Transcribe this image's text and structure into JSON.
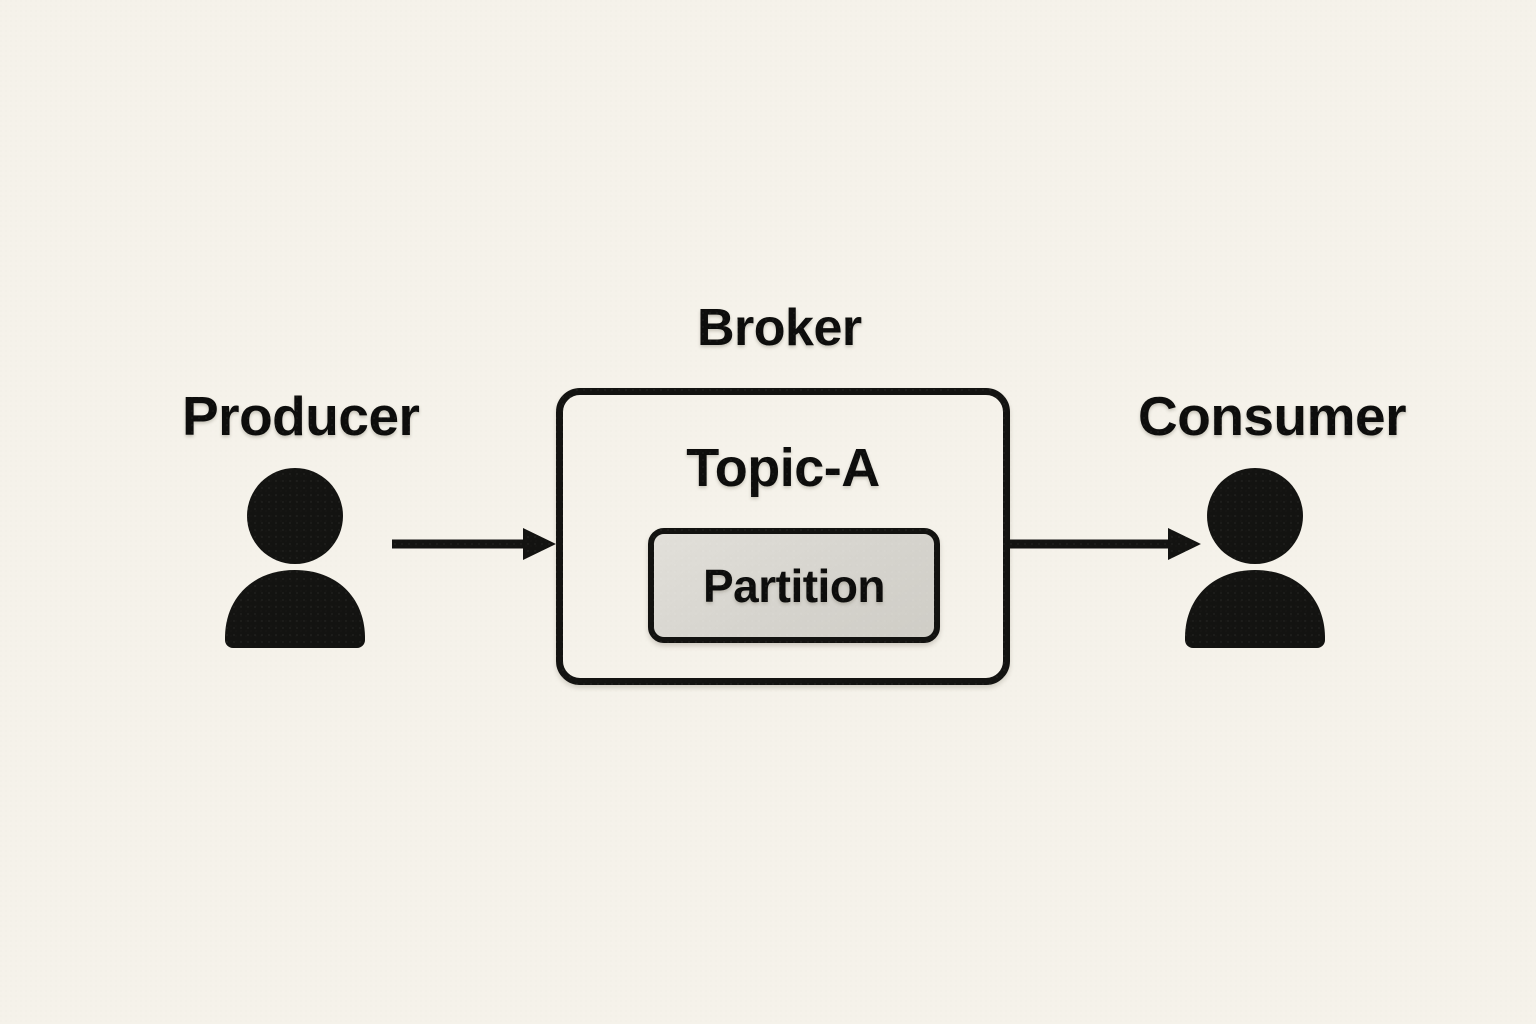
{
  "diagram": {
    "type": "message-broker-flow",
    "background_color": "#f5f2ea",
    "ink_color": "#0d0d0c",
    "partition_fill_color": "#d9d7d1",
    "nodes": [
      {
        "id": "producer",
        "label": "Producer",
        "icon": "person-icon"
      },
      {
        "id": "broker",
        "label": "Broker",
        "icon": "rounded-rect-container"
      },
      {
        "id": "consumer",
        "label": "Consumer",
        "icon": "person-icon"
      }
    ],
    "broker": {
      "title": "Broker",
      "topic_label": "Topic-A",
      "partition_label": "Partition"
    },
    "producer": {
      "label": "Producer",
      "icon_name": "person-icon"
    },
    "consumer": {
      "label": "Consumer",
      "icon_name": "person-icon"
    },
    "edges": [
      {
        "id": "producer-to-broker",
        "from": "producer",
        "to": "broker",
        "style": "solid-arrow",
        "direction": "right"
      },
      {
        "id": "broker-to-consumer",
        "from": "broker",
        "to": "consumer",
        "style": "solid-arrow",
        "direction": "right"
      }
    ]
  }
}
